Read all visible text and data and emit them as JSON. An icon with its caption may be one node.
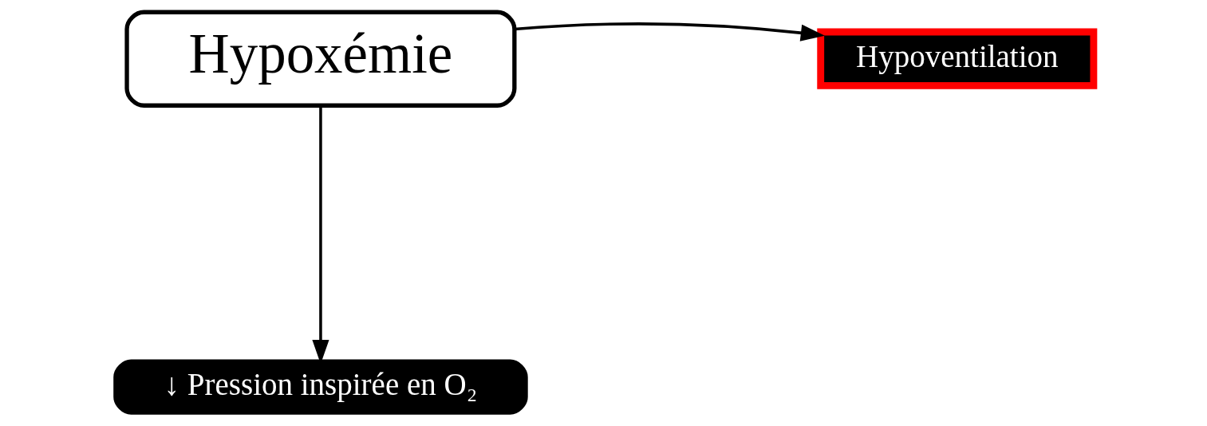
{
  "diagram": {
    "nodes": [
      {
        "text": [
          "Hypoxémie"
        ]
      },
      {
        "text": [
          "Hypoventilation"
        ]
      },
      {
        "text": [
          "↓ Pression inspirée en O₂"
        ]
      }
    ],
    "edges": [
      {
        "from": 0,
        "to": 1,
        "arrow": "to"
      },
      {
        "from": 0,
        "to": 2,
        "arrow": "to"
      }
    ]
  }
}
